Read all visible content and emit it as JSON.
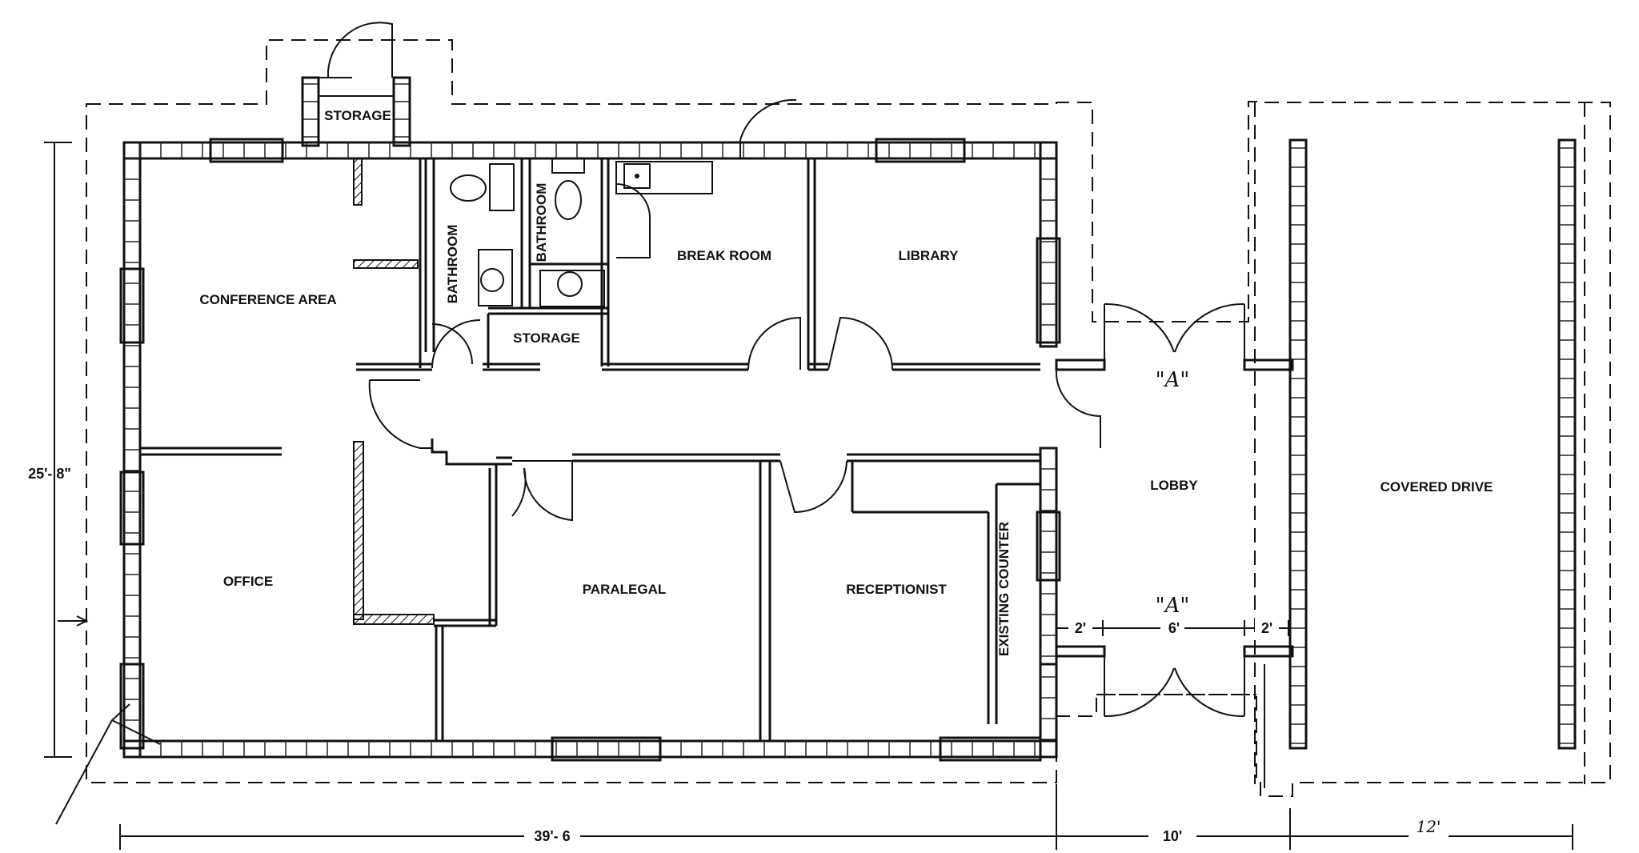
{
  "rooms": {
    "storage_top": "STORAGE",
    "bathroom_1": "BATHROOM",
    "bathroom_2": "BATHROOM",
    "break_room": "BREAK ROOM",
    "library": "LIBRARY",
    "conference_area": "CONFERENCE AREA",
    "storage_mid": "STORAGE",
    "lobby": "LOBBY",
    "covered_drive": "COVERED DRIVE",
    "office": "OFFICE",
    "paralegal": "PARALEGAL",
    "receptionist": "RECEPTIONIST",
    "existing_counter": "EXISTING COUNTER"
  },
  "door_marks": {
    "top": "\"A\"",
    "bottom": "\"A\""
  },
  "dimensions": {
    "height": "25'- 8\"",
    "width_main": "39'- 6",
    "width_lobby": "10'",
    "width_drive": "12'",
    "entry_left": "2'",
    "entry_mid": "6'",
    "entry_right": "2'"
  }
}
